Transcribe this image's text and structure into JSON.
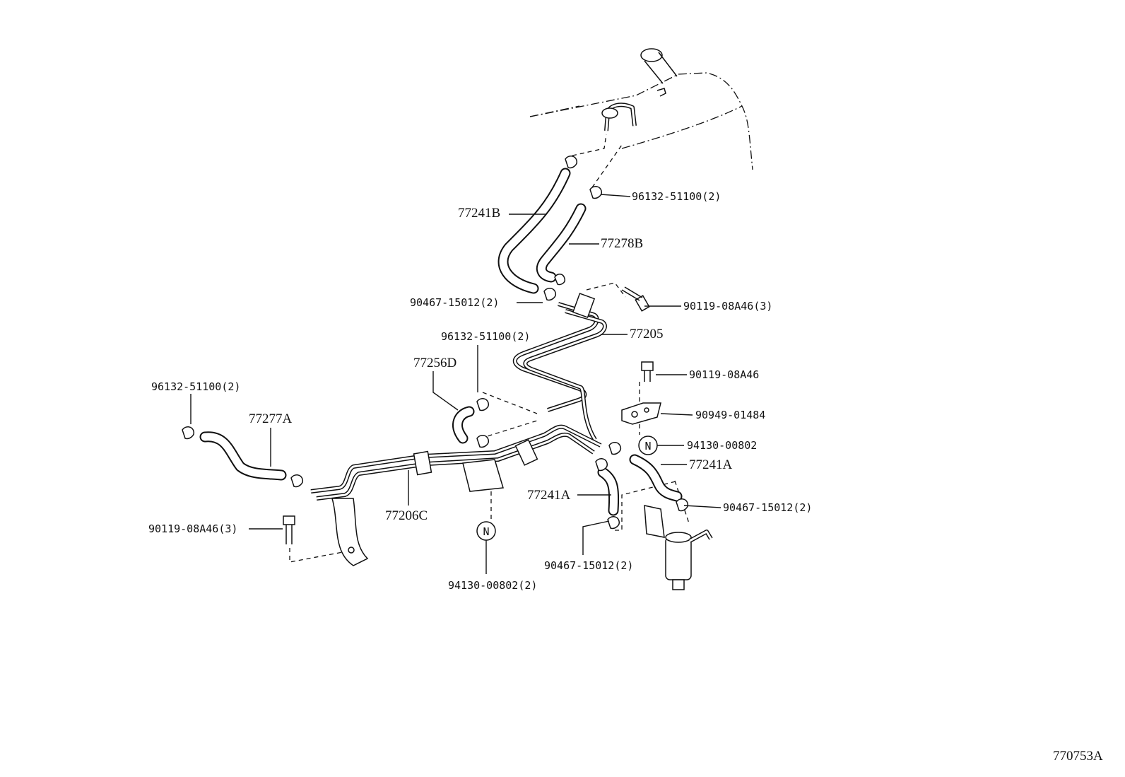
{
  "diagram_id": "770753A",
  "labels": {
    "l_77241B": "77241B",
    "l_96132_top": "96132-51100(2)",
    "l_77278B": "77278B",
    "l_90467_top": "90467-15012(2)",
    "l_90119_top": "90119-08A46(3)",
    "l_96132_mid": "96132-51100(2)",
    "l_77205": "77205",
    "l_77256D": "77256D",
    "l_90119_right": "90119-08A46",
    "l_96132_left": "96132-51100(2)",
    "l_77277A": "77277A",
    "l_90949": "90949-01484",
    "l_94130_right": "94130-00802",
    "l_77241A_right": "77241A",
    "l_77241A_mid": "77241A",
    "l_90467_right": "90467-15012(2)",
    "l_90119_left": "90119-08A46(3)",
    "l_77206C": "77206C",
    "l_90467_bottom": "90467-15012(2)",
    "l_94130_bottom": "94130-00802(2)"
  },
  "nut_symbol": "N"
}
